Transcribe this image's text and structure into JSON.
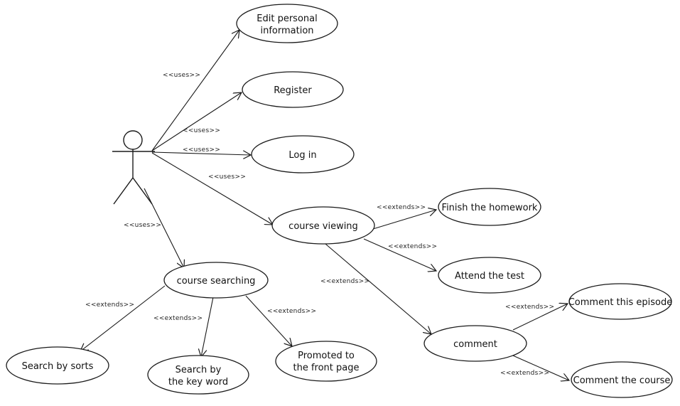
{
  "use_cases": {
    "edit": [
      "Edit personal",
      "information"
    ],
    "register": [
      "Register"
    ],
    "login": [
      "Log in"
    ],
    "viewing": [
      "course viewing"
    ],
    "homework": [
      "Finish the homework"
    ],
    "test": [
      "Attend the test"
    ],
    "comment": [
      "comment"
    ],
    "comment_episode": [
      "Comment this episode"
    ],
    "comment_course": [
      "Comment the course"
    ],
    "searching": [
      "course searching"
    ],
    "sorts": [
      "Search by sorts"
    ],
    "keyword": [
      "Search by",
      "the key word"
    ],
    "promoted": [
      "Promoted to",
      "the front page"
    ]
  },
  "relations": {
    "uses": "<<uses>>",
    "extends": "<<extends>>"
  },
  "colors": {
    "stroke": "#1a1a1a",
    "background": "#ffffff"
  }
}
